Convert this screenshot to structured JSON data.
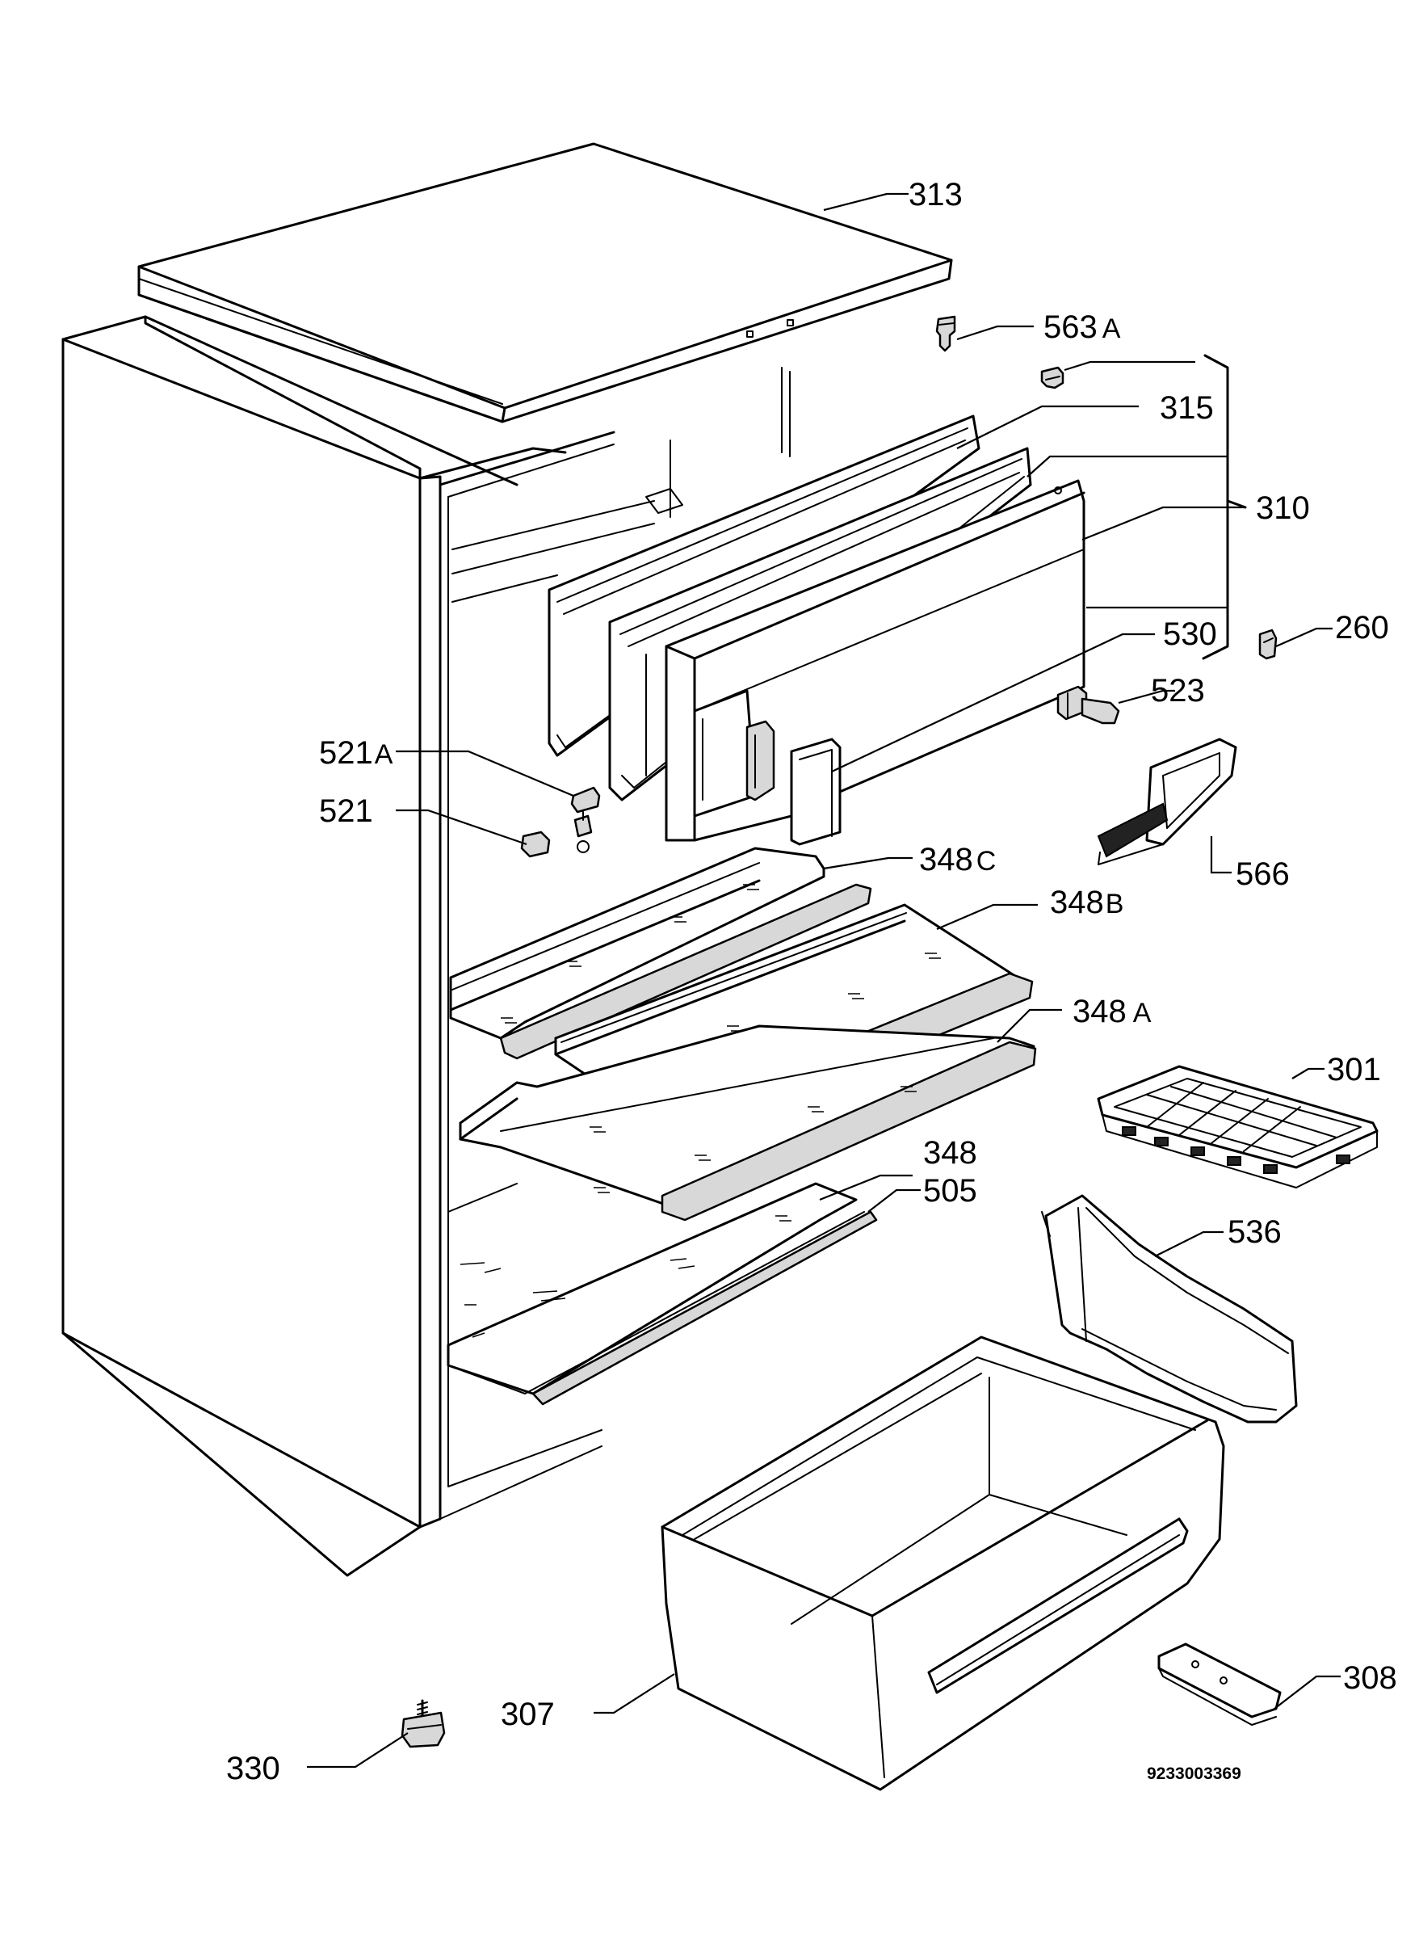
{
  "labels": {
    "p313": "313",
    "p563a": "563",
    "p563a_suffix": "A",
    "p315": "315",
    "p310": "310",
    "p260": "260",
    "p530": "530",
    "p523": "523",
    "p521a": "521",
    "p521a_suffix": "A",
    "p521": "521",
    "p566": "566",
    "p348c": "348",
    "p348c_suffix": "C",
    "p348b": "348",
    "p348b_suffix": "B",
    "p348a": "348",
    "p348a_suffix": "A",
    "p301": "301",
    "p348": "348",
    "p505": "505",
    "p536": "536",
    "p307": "307",
    "p308": "308",
    "p330": "330"
  },
  "drawing_number": "9233003369"
}
